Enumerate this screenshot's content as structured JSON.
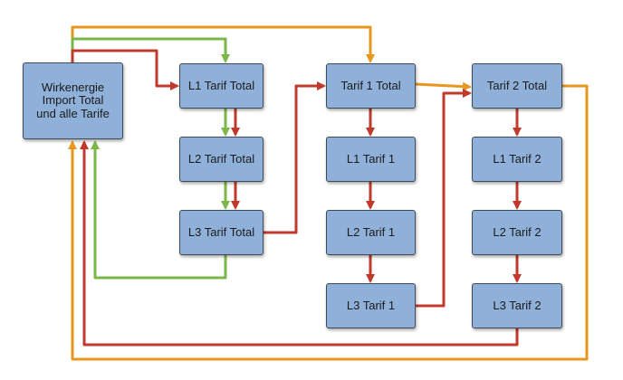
{
  "colors": {
    "node_fill": "#8fb0d9",
    "node_border": "#3e4a56",
    "arrow_green": "#7ab648",
    "arrow_red": "#c0392b",
    "arrow_orange": "#e8971e"
  },
  "nodes": {
    "source": "Wirkenergie\nImport Total\nund alle Tarife",
    "l1_total": "L1 Tarif Total",
    "l2_total": "L2 Tarif Total",
    "l3_total": "L3 Tarif Total",
    "tarif1_total": "Tarif 1 Total",
    "l1_tarif1": "L1 Tarif 1",
    "l2_tarif1": "L2 Tarif 1",
    "l3_tarif1": "L3 Tarif 1",
    "tarif2_total": "Tarif 2 Total",
    "l1_tarif2": "L1 Tarif 2",
    "l2_tarif2": "L2 Tarif 2",
    "l3_tarif2": "L3 Tarif 2"
  }
}
